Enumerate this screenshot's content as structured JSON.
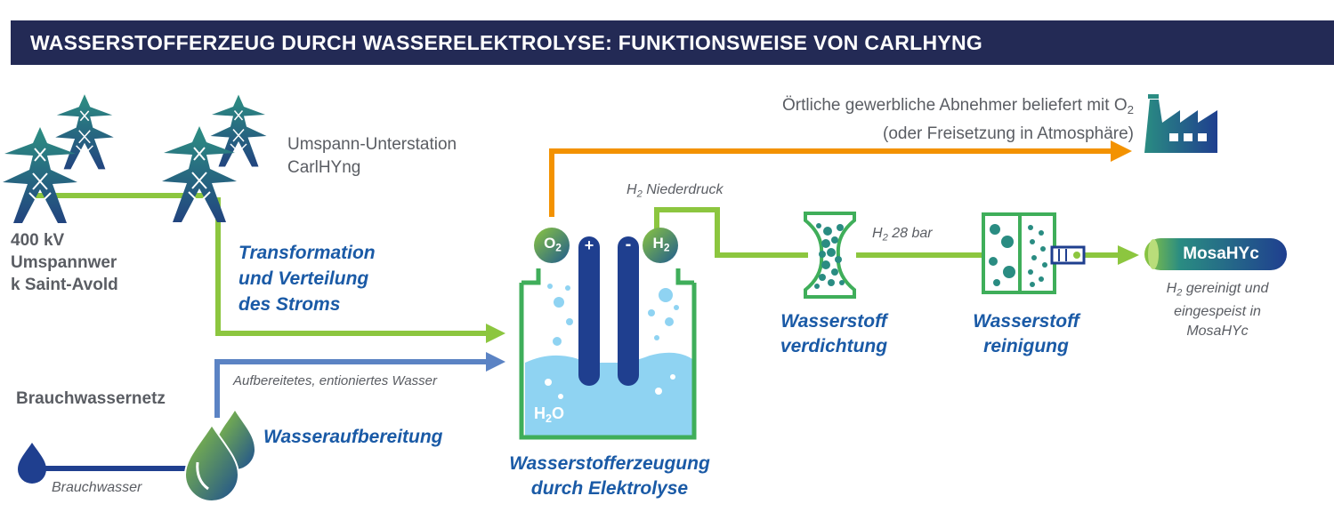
{
  "header": {
    "title": "WASSERSTOFFERZEUG DURCH WASSERELEKTROLYSE: FUNKTIONSWEISE VON CARLHYNG"
  },
  "source": {
    "line1": "400 kV",
    "line2": "Umspannwer",
    "line3": "k Saint-Avold"
  },
  "substation": {
    "line1": "Umspann-Unterstation",
    "line2": "CarlHYng"
  },
  "transformation": {
    "line1": "Transformation",
    "line2": "und Verteilung",
    "line3": "des Stroms"
  },
  "o2_consumer": {
    "line1_prefix": "Örtliche gewerbliche Abnehmer beliefert mit O",
    "line1_sub": "2",
    "line2": "(oder Freisetzung in Atmosphäre)"
  },
  "h2_low_pressure": {
    "prefix": "H",
    "sub": "2",
    "text": " Niederdruck"
  },
  "h2_28bar": {
    "prefix": "H",
    "sub": "2",
    "text": " 28 bar"
  },
  "electrolyzer": {
    "o2_label": "O",
    "o2_sub": "2",
    "h2_label": "H",
    "h2_sub": "2",
    "plus": "+",
    "minus": "-",
    "water_label": "H",
    "water_sub": "2",
    "water_suffix": "O",
    "caption_line1": "Wasserstofferzeugung",
    "caption_line2": "durch Elektrolyse"
  },
  "compression": {
    "line1": "Wasserstoff",
    "line2": "verdichtung"
  },
  "purification": {
    "line1": "Wasserstoff",
    "line2": "reinigung"
  },
  "mosahyc": {
    "badge": "MosaHYc",
    "caption_prefix": "H",
    "caption_sub": "2",
    "caption_line1": " gereinigt und",
    "caption_line2": "eingespeist in",
    "caption_line3": "MosaHYc"
  },
  "water": {
    "treated_label": "Aufbereitetes, entioniertes Wasser",
    "network_label": "Brauchwassernetz",
    "process_label": "Wasseraufbereitung",
    "service_water_label": "Brauchwasser"
  },
  "colors": {
    "navy": "#232a55",
    "green": "#8cc63f",
    "orange": "#f39200",
    "steel_blue": "#5b83c4",
    "dark_blue": "#1f3f8f",
    "teal": "#2a8c82",
    "water": "#8fd3f2",
    "frame_green": "#3fae5a"
  }
}
